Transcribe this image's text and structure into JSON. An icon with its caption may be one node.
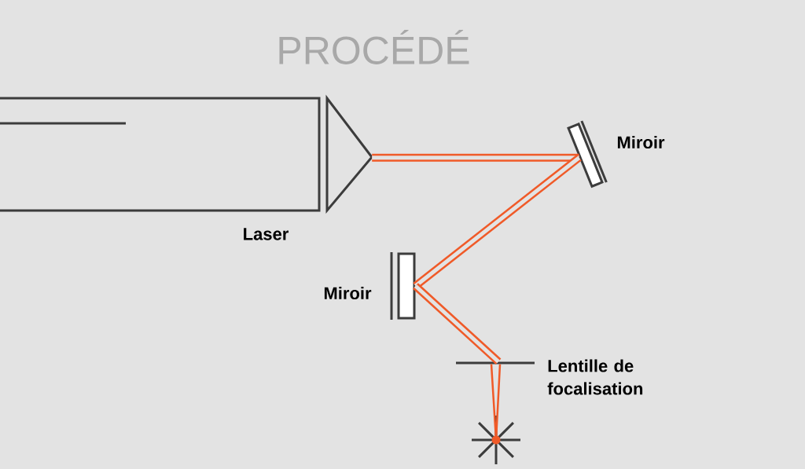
{
  "diagram": {
    "title": "PROCÉDÉ",
    "nodes": [
      {
        "text": [
          "Laser"
        ]
      },
      {
        "text": [
          "Miroir"
        ]
      },
      {
        "text": [
          "Miroir"
        ]
      },
      {
        "text": [
          "Lentille de focalisation"
        ]
      },
      {
        "text": [],
        "shape": "star"
      }
    ],
    "edges": [
      {
        "from": 0,
        "to": 1,
        "arrow": "none"
      },
      {
        "from": 1,
        "to": 2,
        "arrow": "none"
      },
      {
        "from": 2,
        "to": 3,
        "arrow": "none"
      },
      {
        "from": 3,
        "to": 4,
        "arrow": "none"
      }
    ]
  }
}
